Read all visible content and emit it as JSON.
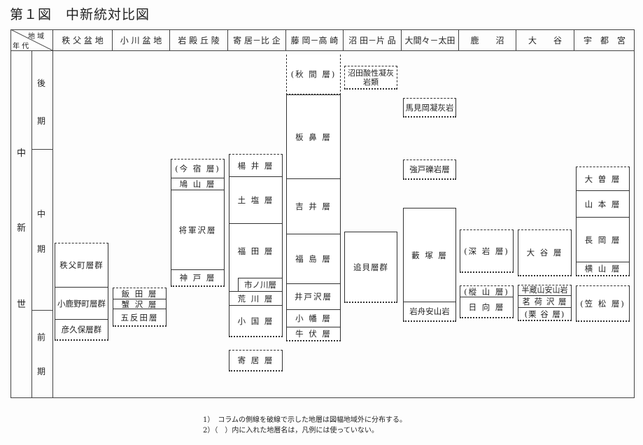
{
  "title": "第１図　中新統対比図",
  "header": {
    "region": "地 域",
    "age": "年 代"
  },
  "regions": [
    "秩 父 盆 地",
    "小 川 盆 地",
    "岩 殿 丘 陵",
    "寄 居－比 企",
    "藤 岡－高 崎",
    "沼 田－片 品",
    "大間々－太田",
    "鹿　　沼",
    "大　　谷",
    "宇　都　宮"
  ],
  "epoch": [
    "中",
    "新",
    "世"
  ],
  "stages": {
    "late": [
      "後",
      "期"
    ],
    "middle": [
      "中",
      "期"
    ],
    "early": [
      "前",
      "期"
    ]
  },
  "columns": {
    "chichibu": [
      "秩父町層群",
      "小鹿野町層群",
      "彦久保層群"
    ],
    "ogawa": [
      "飯 田 層",
      "蟹 沢 層",
      "五反田層"
    ],
    "iwadono": [
      "(今 宿 層)",
      "鳩 山 層",
      "将軍沢層",
      "神 戸 層"
    ],
    "yorii": [
      "楊 井 層",
      "土 塩 層",
      "福 田 層",
      "市ノ川層",
      "荒 川 層",
      "小 国 層",
      "寄 居 層"
    ],
    "fujioka": [
      "(秋 間 層)",
      "板 鼻 層",
      "吉 井 層",
      "福 島 層",
      "井戸沢層",
      "小 幡 層",
      "牛 伏 層"
    ],
    "numata": [
      "沼田酸性凝灰岩類",
      "追貝層群"
    ],
    "oomama": [
      "馬見岡凝灰岩",
      "強戸礫岩層",
      "藪 塚 層",
      "岩舟安山岩"
    ],
    "kanuma": [
      "(深 岩 層)",
      "(樅 山 層)",
      "日 向 層"
    ],
    "oya": [
      "大 谷 層",
      "半蔵山安山岩",
      "茗 荷 沢 層",
      "(栗 谷 層)"
    ],
    "utsunomiya": [
      "大 曽 層",
      "山 本 層",
      "長 岡 層",
      "横 山 層",
      "(笠 松 層)"
    ]
  },
  "notes": [
    "1）　コラムの側線を破線で示した地層は図幅地域外に分布する。",
    "2）（　）内に入れた地層名は，凡例には使っていない。"
  ]
}
